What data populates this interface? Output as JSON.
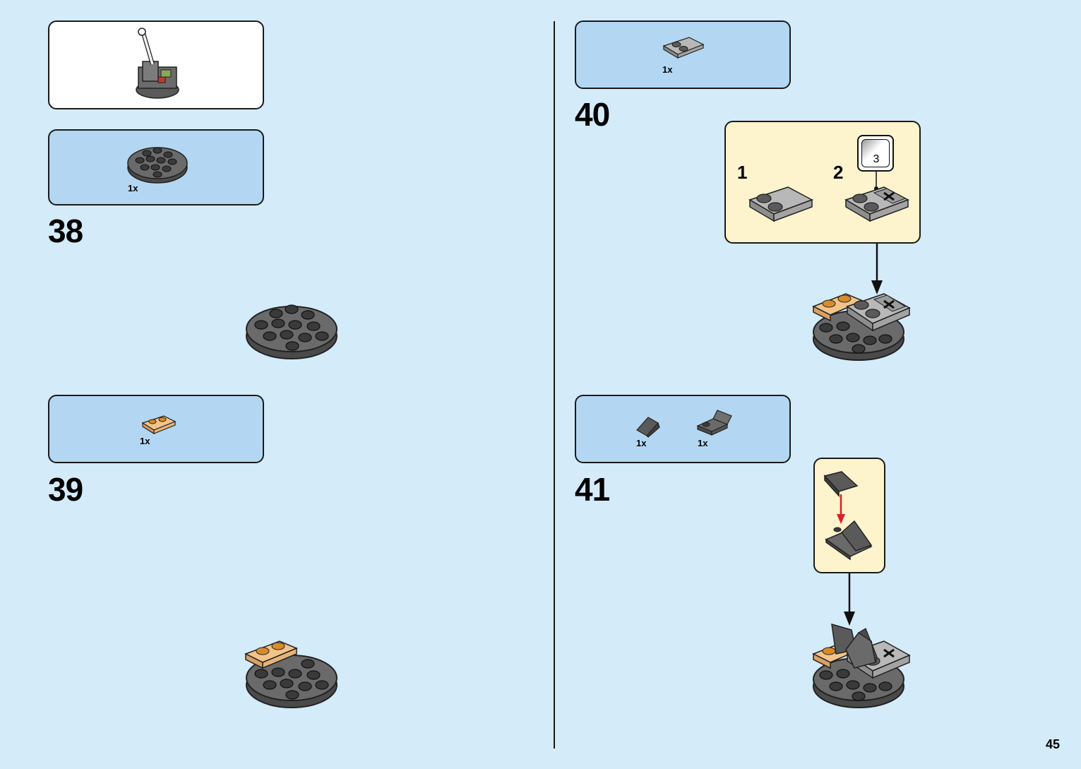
{
  "page_number": "45",
  "steps": [
    {
      "number": "38",
      "parts": [
        {
          "qty": "1x",
          "icon": "round-plate-4x4-icon"
        }
      ]
    },
    {
      "number": "39",
      "parts": [
        {
          "qty": "1x",
          "icon": "tan-plate-1x2-icon"
        }
      ]
    },
    {
      "number": "40",
      "parts": [
        {
          "qty": "1x",
          "icon": "grey-tile-2x2-icon"
        }
      ],
      "sub_steps": [
        {
          "number": "1"
        },
        {
          "number": "2",
          "sticker": "3"
        }
      ]
    },
    {
      "number": "41",
      "parts": [
        {
          "qty": "1x",
          "icon": "dark-slope-icon"
        },
        {
          "qty": "1x",
          "icon": "bracket-plate-icon"
        }
      ]
    }
  ],
  "colors": {
    "background": "#d4ebfa",
    "parts_box": "#b3d7f2",
    "sub_box": "#fdf3cc",
    "dark_grey": "#5a5a5a",
    "arrow_red": "#d8202a"
  }
}
